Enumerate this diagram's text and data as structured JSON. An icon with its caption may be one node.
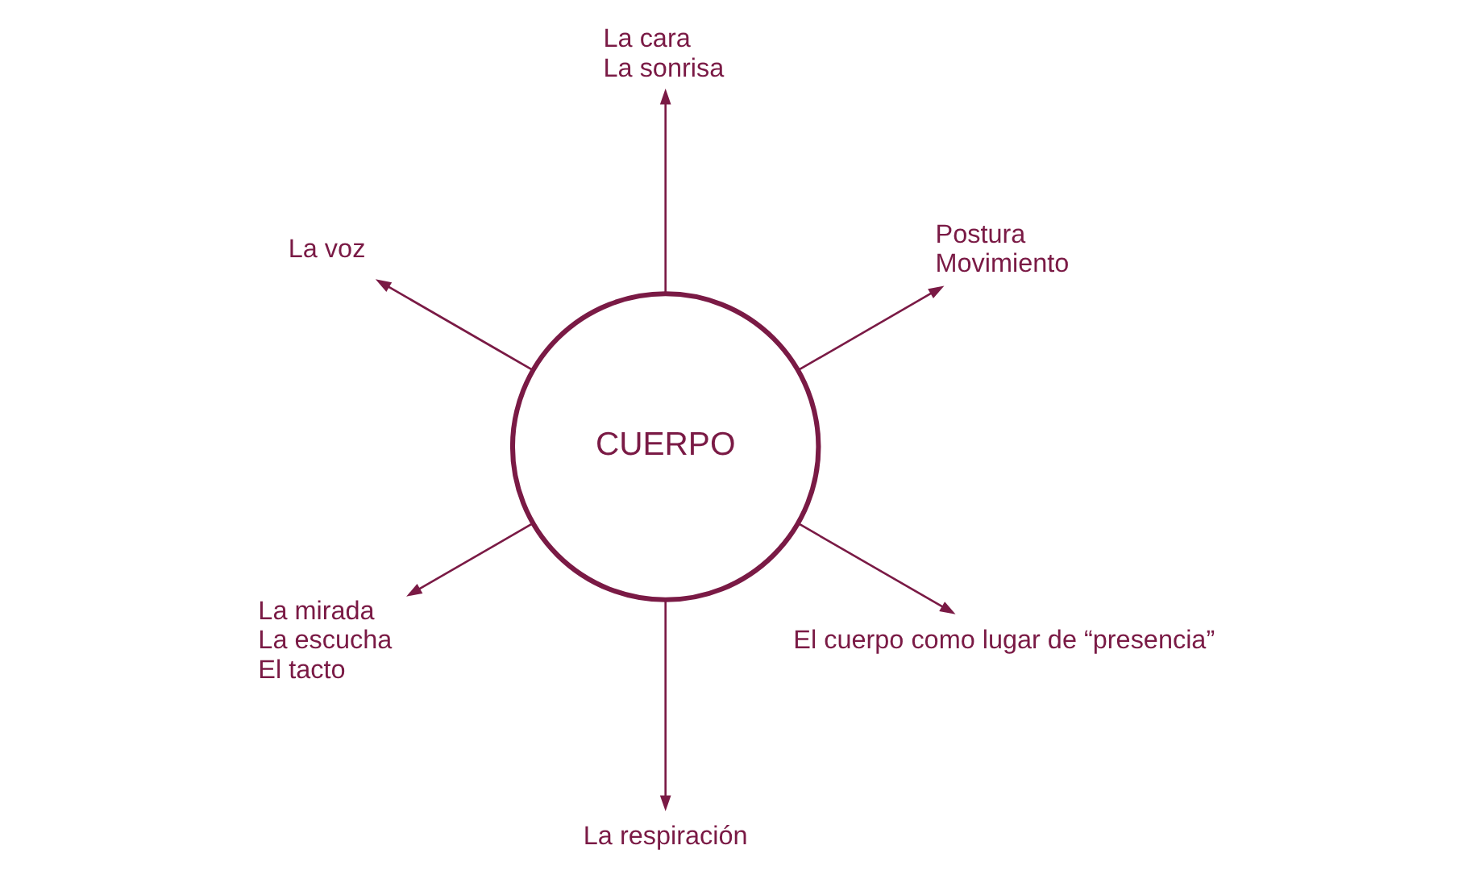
{
  "diagram": {
    "nodes": [
      {
        "text": [
          "CUERPO"
        ]
      },
      {
        "text": [
          "Postura",
          "Movimiento"
        ]
      },
      {
        "text": [
          "La cara",
          "La sonrisa"
        ]
      },
      {
        "text": [
          "La voz"
        ]
      },
      {
        "text": [
          "La mirada",
          "La escucha",
          "El tacto"
        ]
      },
      {
        "text": [
          "La respiración"
        ]
      },
      {
        "text": [
          "El cuerpo como lugar de “presencia”"
        ]
      }
    ],
    "edges": [
      {
        "from": 0,
        "to": 1,
        "arrow": "to"
      },
      {
        "from": 0,
        "to": 2,
        "arrow": "to"
      },
      {
        "from": 0,
        "to": 3,
        "arrow": "to"
      },
      {
        "from": 0,
        "to": 4,
        "arrow": "to"
      },
      {
        "from": 0,
        "to": 5,
        "arrow": "to"
      },
      {
        "from": 0,
        "to": 6,
        "arrow": "to"
      }
    ]
  }
}
